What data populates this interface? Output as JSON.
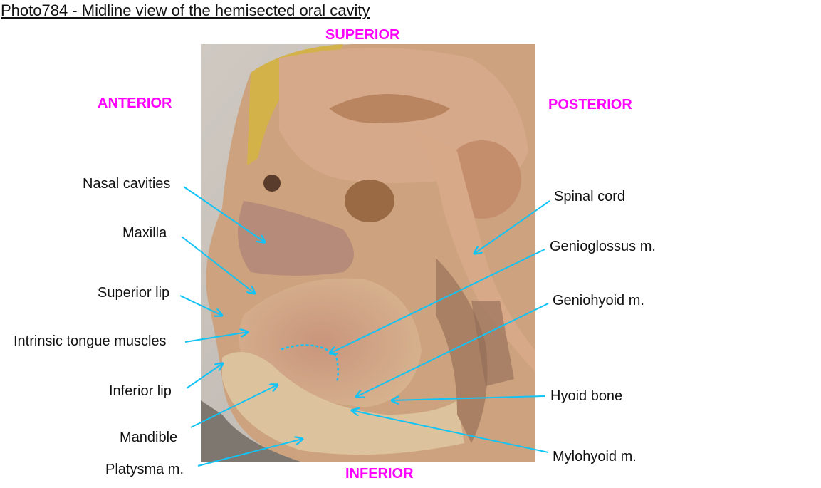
{
  "title": "Photo784 - Midline view of the hemisected oral cavity",
  "orientation": {
    "superior": "SUPERIOR",
    "inferior": "INFERIOR",
    "anterior": "ANTERIOR",
    "posterior": "POSTERIOR"
  },
  "labels_left": [
    {
      "text": "Nasal cavities"
    },
    {
      "text": "Maxilla"
    },
    {
      "text": "Superior lip"
    },
    {
      "text": "Intrinsic tongue muscles"
    },
    {
      "text": "Inferior lip"
    },
    {
      "text": "Mandible"
    },
    {
      "text": "Platysma m."
    }
  ],
  "labels_right": [
    {
      "text": "Spinal cord"
    },
    {
      "text": "Genioglossus m."
    },
    {
      "text": "Geniohyoid m."
    },
    {
      "text": "Hyoid bone"
    },
    {
      "text": "Mylohyoid m."
    }
  ],
  "colors": {
    "leader_line": "#12c3f5",
    "orientation_text": "#ff00ff"
  }
}
